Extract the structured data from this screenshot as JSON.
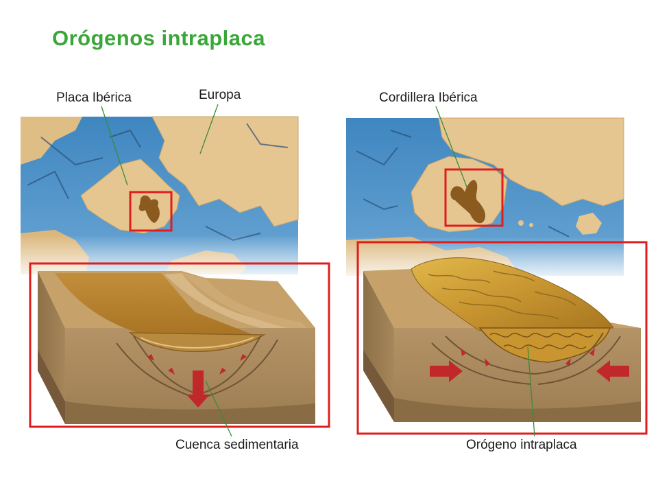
{
  "title": "Orógenos intraplaca",
  "labels": {
    "placa_iberica": "Placa Ibérica",
    "europa": "Europa",
    "cordillera_iberica": "Cordillera Ibérica",
    "cuenca_sedimentaria": "Cuenca sedimentaria",
    "orogeno_intraplaca": "Orógeno intraplaca"
  },
  "colors": {
    "title": "#3aa63a",
    "sea": "#4a8fc4",
    "land": "#e6c690",
    "highlight_box": "#e01c1c",
    "mountain": "#a8721c",
    "rock": "#b89a6c",
    "arrow": "#c0282a",
    "leader_line": "#3a8a3a"
  }
}
